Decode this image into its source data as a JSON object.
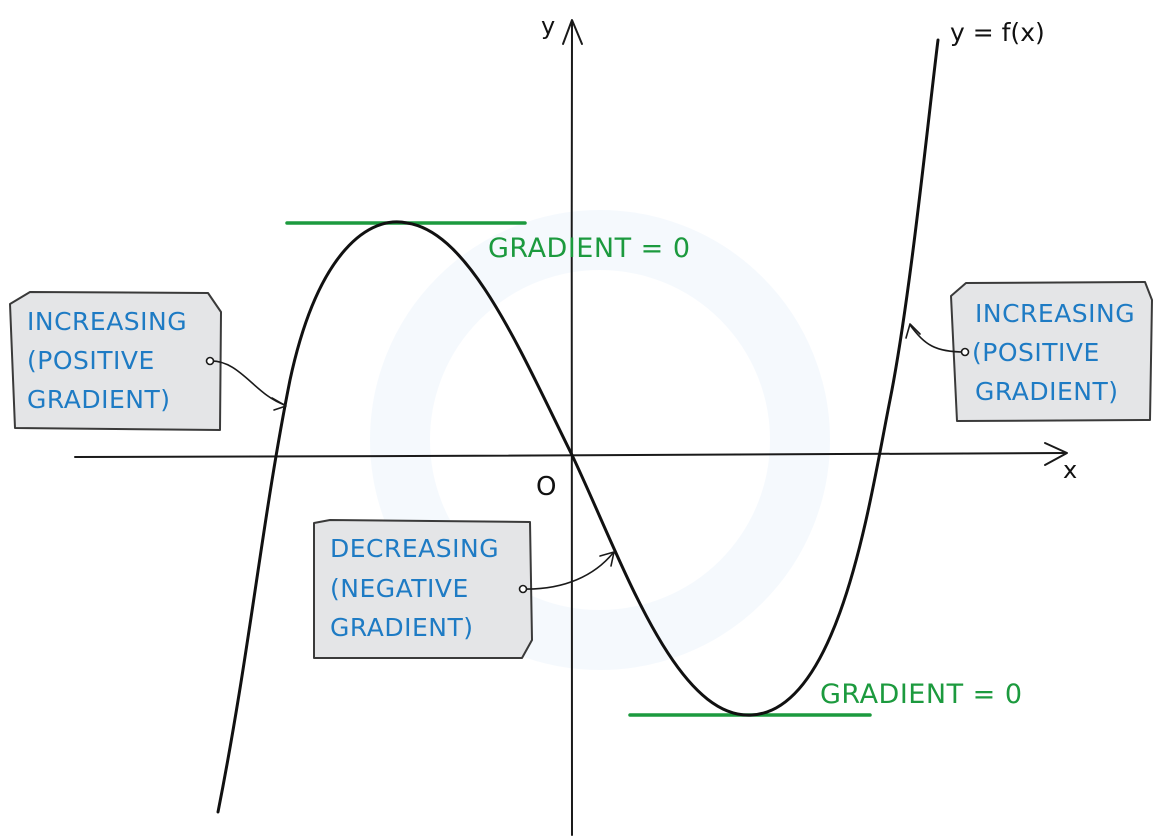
{
  "colors": {
    "label_blue": "#1e7bc4",
    "gradient_green": "#1c9a3e",
    "curve": "#111111",
    "box_fill": "#e4e5e7"
  },
  "axes": {
    "y_label": "y",
    "x_label": "x",
    "origin_label": "O"
  },
  "curve_label": "y = f(x)",
  "stationary_points": {
    "max_label": "GRADIENT = 0",
    "min_label": "GRADIENT = 0"
  },
  "callouts": {
    "left_increasing": [
      "INCREASING",
      "(POSITIVE",
      "GRADIENT)"
    ],
    "right_increasing": [
      "INCREASING",
      "(POSITIVE",
      "GRADIENT)"
    ],
    "decreasing": [
      "DECREASING",
      "(NEGATIVE",
      "GRADIENT)"
    ]
  }
}
